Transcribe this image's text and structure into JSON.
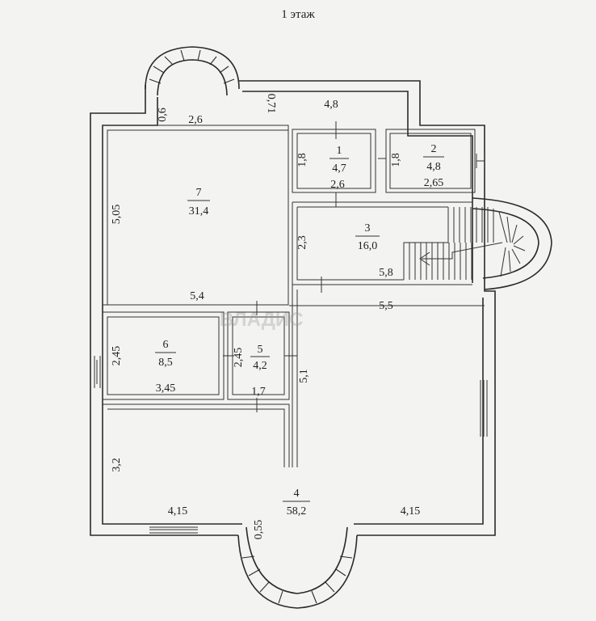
{
  "title": "1 этаж",
  "watermark": "ВЛАДИС",
  "rooms": [
    {
      "num": "1",
      "area": "4,7"
    },
    {
      "num": "2",
      "area": "4,8"
    },
    {
      "num": "3",
      "area": "16,0"
    },
    {
      "num": "4",
      "area": "58,2"
    },
    {
      "num": "5",
      "area": "4,2"
    },
    {
      "num": "6",
      "area": "8,5"
    },
    {
      "num": "7",
      "area": "31,4"
    }
  ],
  "dims": {
    "r7_top": "2,6",
    "r7_bay": "0,6",
    "r7_side": "5,05",
    "r7_bottom": "5,4",
    "vest_side": "0,71",
    "vest_top": "4,8",
    "r1_side": "1,8",
    "r1_bottom": "2,6",
    "r2_side": "1,8",
    "r2_bottom": "2,65",
    "r3_side": "2,3",
    "r3_bottom": "5,8",
    "r4_top": "5,5",
    "r4_mid": "5,1",
    "r4_side": "3,2",
    "r4_left": "4,15",
    "r4_right": "4,15",
    "r4_bay": "0,55",
    "r5_side": "2,45",
    "r5_bottom": "1,7",
    "r6_side": "2,45",
    "r6_bottom": "3,45"
  }
}
